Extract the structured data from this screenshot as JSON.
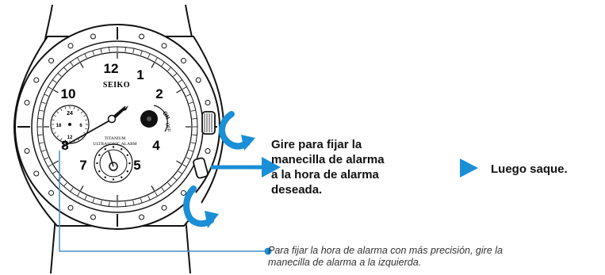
{
  "watch": {
    "brand": "SEIKO",
    "model_line1": "TITANIUM",
    "model_line2": "ULTRASONIC ALARM",
    "numerals": [
      "12",
      "1",
      "2",
      "4",
      "5",
      "7",
      "8",
      "10"
    ],
    "subdial_numerals": [
      "24",
      "18",
      "6",
      "12"
    ],
    "switch_on": "ON",
    "switch_off": "OFF"
  },
  "instruction": {
    "lines": [
      "Gire para fijar la",
      "manecilla de alarma",
      "a la hora de alarma",
      "deseada."
    ],
    "then": "Luego saque."
  },
  "note": {
    "lines": [
      "Para fijar la hora de alarma con más precisión, gire la",
      "manecilla de alarma a la izquierda."
    ]
  },
  "colors": {
    "accent": "#1a8fd6",
    "line": "#111111",
    "connector": "#4a8ec9"
  }
}
